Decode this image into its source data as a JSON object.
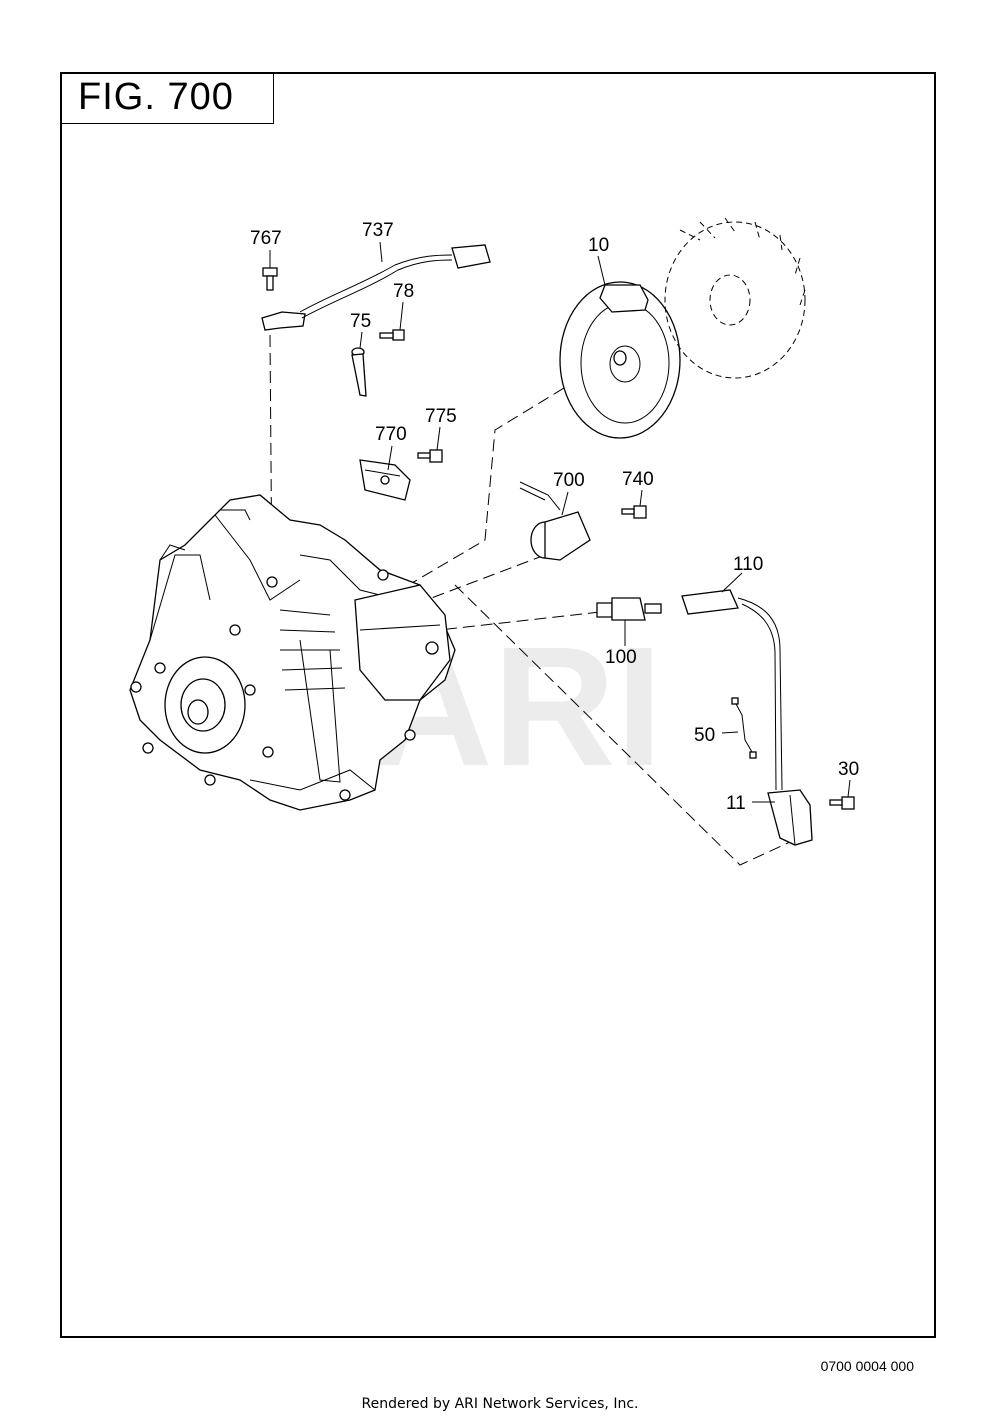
{
  "figure": {
    "title": "FIG. 700"
  },
  "watermark": "ARI",
  "callouts": {
    "c767": "767",
    "c737": "737",
    "c78": "78",
    "c75": "75",
    "c10": "10",
    "c770": "770",
    "c775": "775",
    "c700": "700",
    "c740": "740",
    "c110": "110",
    "c100": "100",
    "c50": "50",
    "c30": "30",
    "c11": "11"
  },
  "drawing_code": "0700 0004 000",
  "footer": "Rendered by ARI Network Services, Inc."
}
